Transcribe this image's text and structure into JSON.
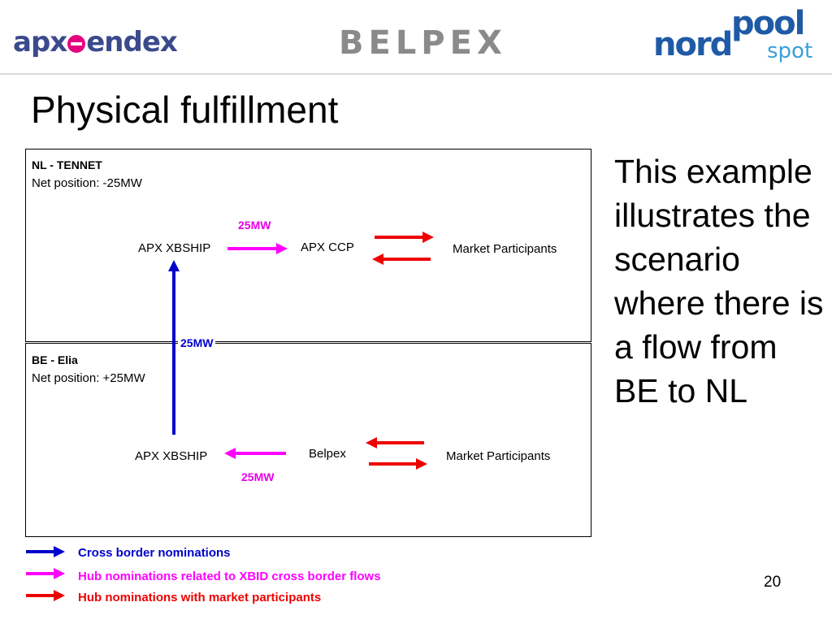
{
  "header": {
    "logo_apx_left": "apx",
    "logo_apx_right": "endex",
    "logo_belpex": "BELPEX",
    "logo_nord": "nord",
    "logo_pool": "pool",
    "logo_spot": "spot"
  },
  "slide": {
    "title": "Physical fulfillment",
    "page_number": "20",
    "side_text": "This example illustrates the scenario where there is a flow from BE to NL"
  },
  "nl": {
    "name": "NL - TENNET",
    "net_position": "Net position: -25MW",
    "node_xbship": "APX XBSHIP",
    "node_ccp": "APX CCP",
    "node_market": "Market Participants",
    "hub_flow": "25MW"
  },
  "be": {
    "name": "BE - Elia",
    "net_position": "Net position: +25MW",
    "node_xbship": "APX XBSHIP",
    "node_belpex": "Belpex",
    "node_market": "Market Participants",
    "hub_flow": "25MW"
  },
  "cross_border_flow": "25MW",
  "legend": {
    "cross_border": "Cross border nominations",
    "hub_xbid": "Hub nominations related to XBID cross border flows",
    "hub_market": "Hub nominations with market participants"
  },
  "colors": {
    "cross_border": "#0000cc",
    "hub_xbid": "#ff00ff",
    "hub_market": "#ee0000",
    "flow_label": "#e600e6"
  }
}
